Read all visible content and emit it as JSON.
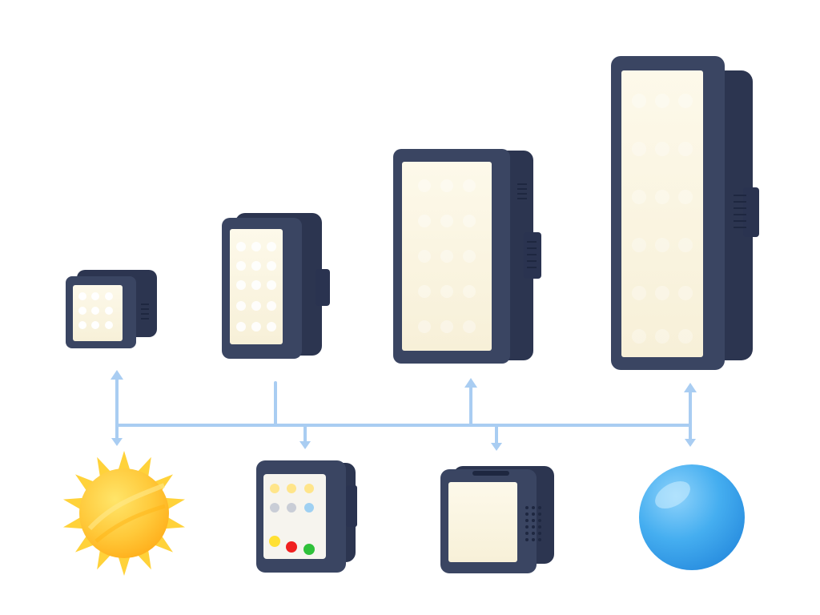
{
  "colors": {
    "background": "#ffffff",
    "frame": "#3a4562",
    "frame_dark": "#2c3550",
    "panel": "#fbf6e4",
    "led": "#ffffff",
    "connector": "#a9cdf2",
    "sun_outer": "#ffd84a",
    "sun_inner": "#ffbf1f",
    "sun_ray": "#ffd23a",
    "sphere": "#45aef0",
    "sphere_light": "#8fd3fb",
    "button_yellow": "#ffe033",
    "button_red": "#f02020",
    "button_green": "#2fc13a",
    "button_grey": "#c9cdd6",
    "button_blue": "#9fd0f2"
  },
  "panels": [
    {
      "id": "small"
    },
    {
      "id": "medium"
    },
    {
      "id": "large"
    },
    {
      "id": "extra-large"
    }
  ],
  "sources": [
    {
      "id": "sun",
      "icon": "sun-icon"
    },
    {
      "id": "rgb-panel",
      "icon": "rgb-panel-icon"
    },
    {
      "id": "square-panel",
      "icon": "square-panel-icon"
    },
    {
      "id": "sphere",
      "icon": "sphere-icon"
    }
  ]
}
